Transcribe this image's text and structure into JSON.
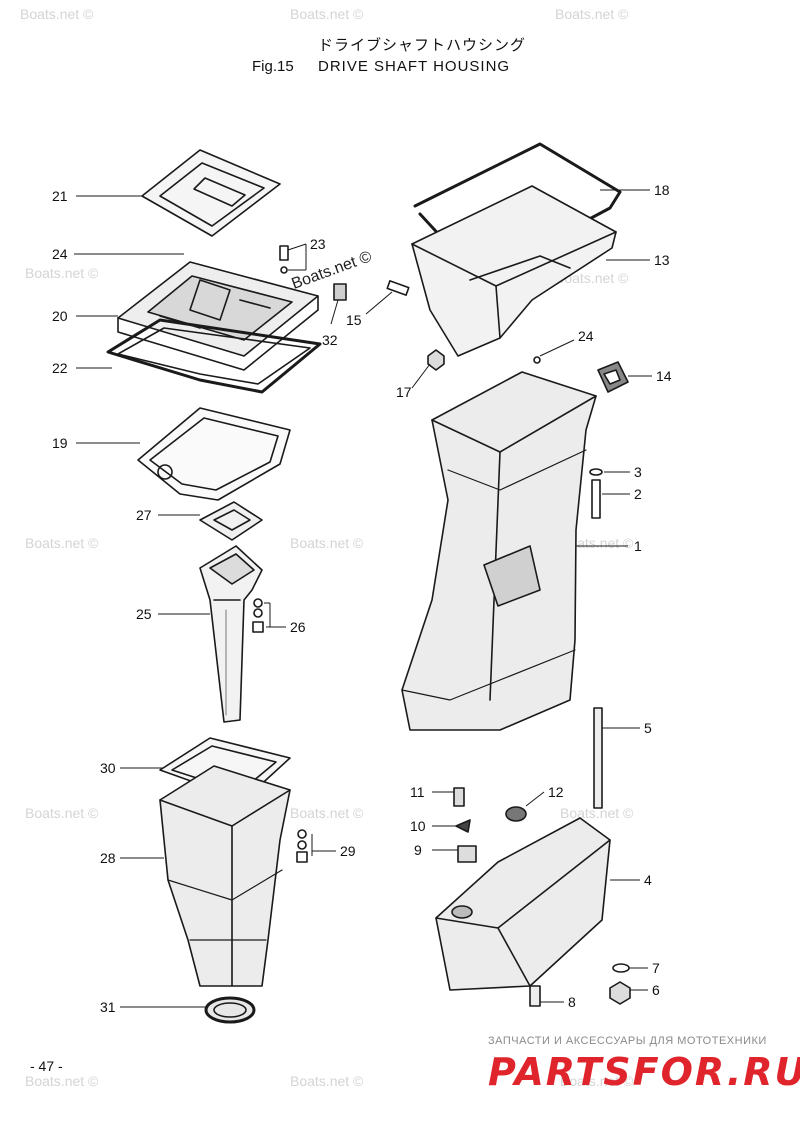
{
  "header": {
    "title_jp": "ドライブシャフトハウシング",
    "fig": "Fig.15",
    "title_en": "DRIVE SHAFT HOUSING"
  },
  "watermarks": {
    "faint": "Boats.net ©",
    "dark": "Boats.net ©"
  },
  "callouts": {
    "c21": "21",
    "c24a": "24",
    "c20": "20",
    "c22": "22",
    "c19": "19",
    "c23": "23",
    "c32": "32",
    "c27": "27",
    "c25": "25",
    "c26": "26",
    "c30": "30",
    "c28": "28",
    "c29": "29",
    "c31": "31",
    "c18": "18",
    "c13": "13",
    "c15": "15",
    "c17": "17",
    "c24b": "24",
    "c14": "14",
    "c3": "3",
    "c2": "2",
    "c1": "1",
    "c5": "5",
    "c11": "11",
    "c12": "12",
    "c10": "10",
    "c9": "9",
    "c4": "4",
    "c7": "7",
    "c6": "6",
    "c8": "8"
  },
  "page_number": "- 47 -",
  "footer": {
    "tagline": "ЗАПЧАСТИ И АКСЕССУАРЫ ДЛЯ МОТОТЕХНИКИ",
    "logo": "PARTSFOR.RU"
  }
}
